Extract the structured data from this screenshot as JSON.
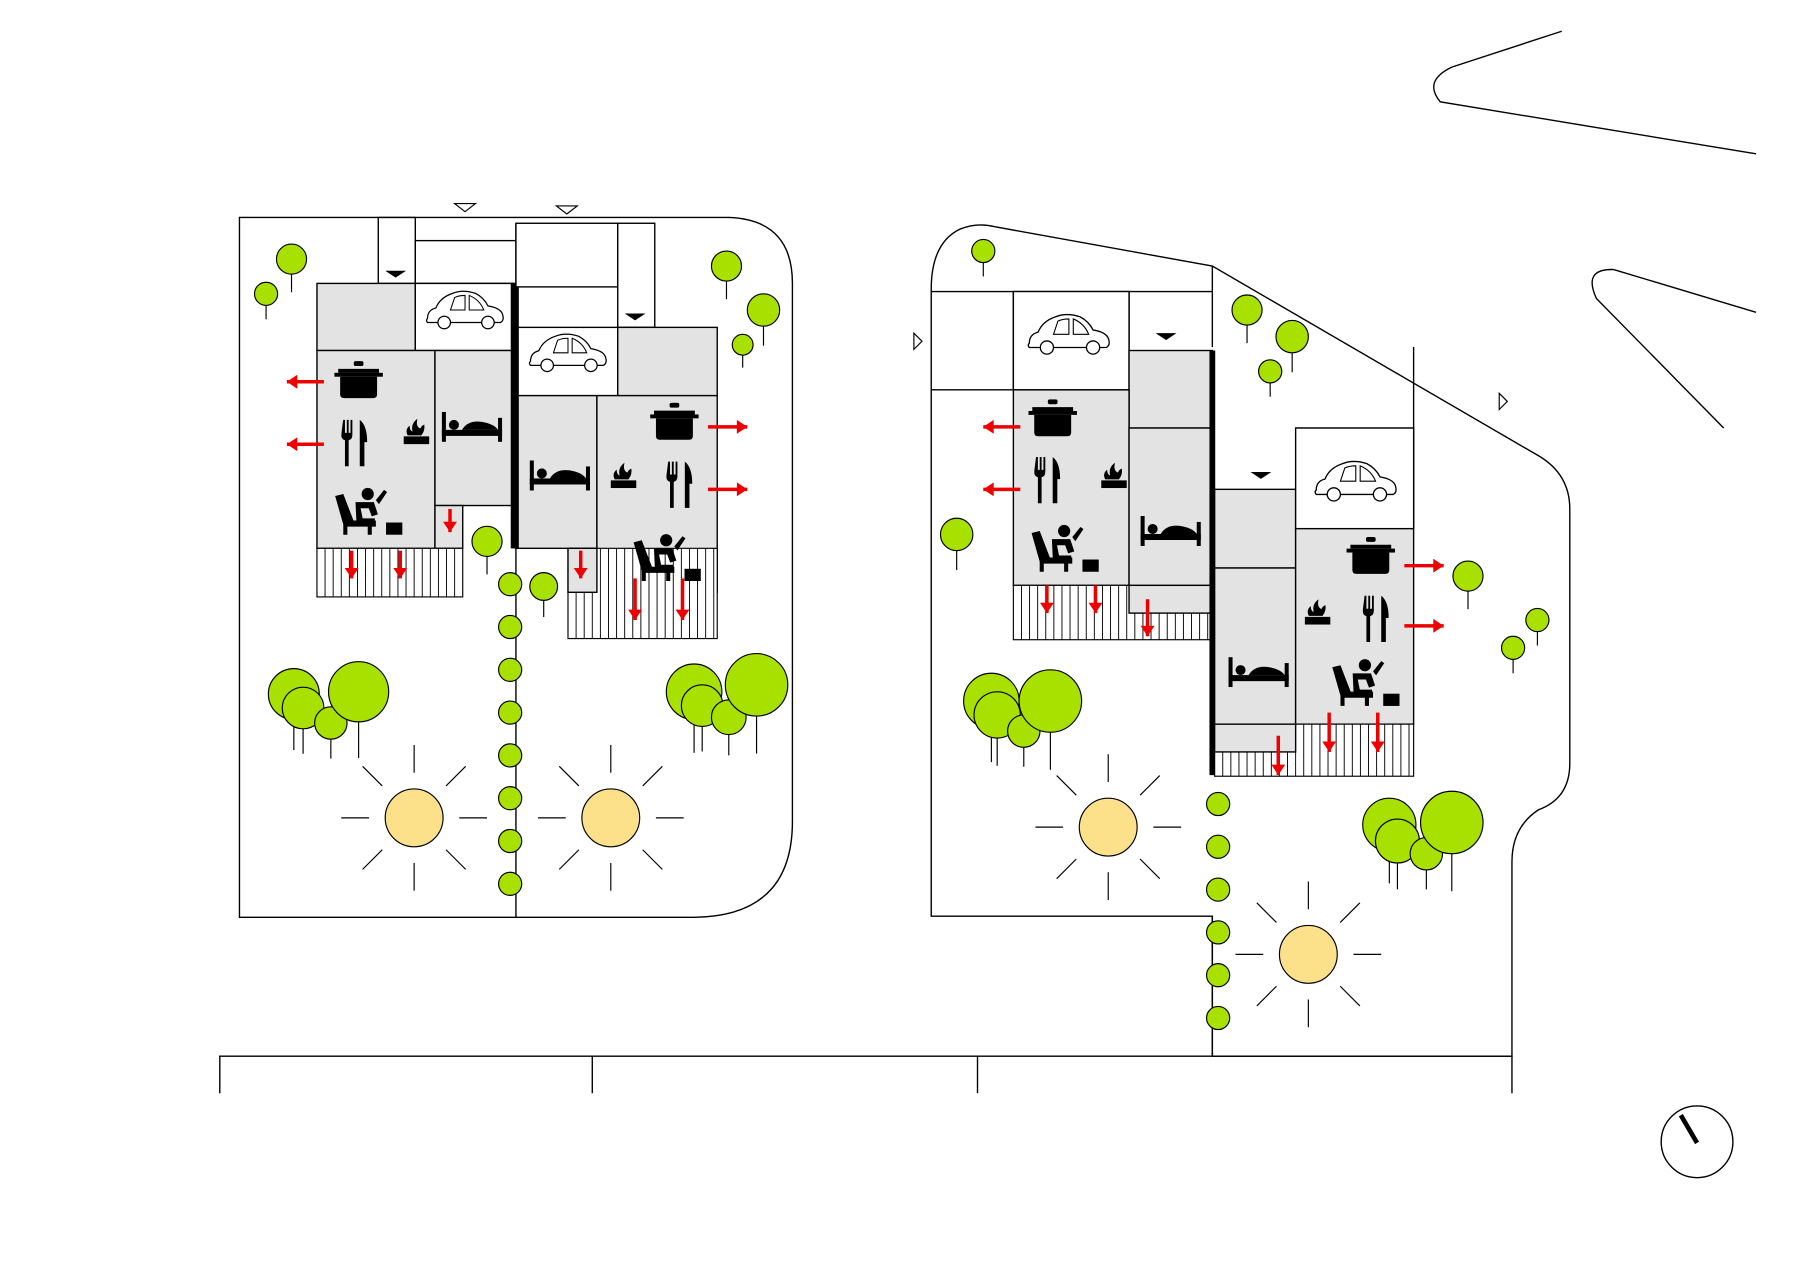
{
  "colors": {
    "background": "#ffffff",
    "room_fill": "#e3e3e3",
    "tree": "#a8e000",
    "sun": "#fde08a",
    "view_arrow": "#ee0000",
    "line": "#000000"
  },
  "legend_icons": [
    "cooking-pot-icon",
    "cutlery-icon",
    "fireplace-icon",
    "bed-icon",
    "armchair-reading-icon",
    "car-icon",
    "entrance-marker-icon",
    "view-arrow-icon",
    "sun-icon",
    "tree-icon",
    "north-arrow-icon"
  ],
  "houses": [
    {
      "id": "house-1",
      "functions": [
        "cooking",
        "dining",
        "fireplace",
        "living",
        "sleeping",
        "parking"
      ]
    },
    {
      "id": "house-2",
      "functions": [
        "cooking",
        "dining",
        "fireplace",
        "living",
        "sleeping",
        "parking"
      ]
    },
    {
      "id": "house-3",
      "functions": [
        "cooking",
        "dining",
        "fireplace",
        "living",
        "sleeping",
        "parking"
      ]
    },
    {
      "id": "house-4",
      "functions": [
        "cooking",
        "dining",
        "fireplace",
        "living",
        "sleeping",
        "parking"
      ]
    }
  ],
  "north_arrow": {
    "icon": "north-arrow-icon"
  }
}
